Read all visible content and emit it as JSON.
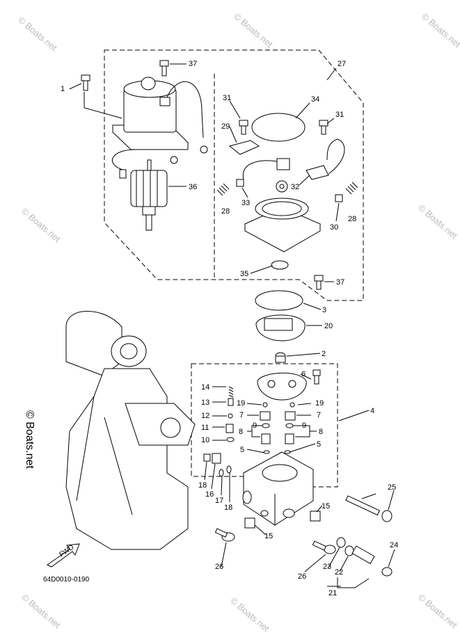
{
  "figure_code": "64D0010-0190",
  "watermark": "© Boats.net",
  "fwd_label": "FWD",
  "callouts": [
    "1",
    "37",
    "27",
    "31",
    "34",
    "31",
    "29",
    "36",
    "32",
    "33",
    "28",
    "30",
    "28",
    "35",
    "37",
    "3",
    "20",
    "2",
    "6",
    "4",
    "14",
    "13",
    "19",
    "19",
    "12",
    "7",
    "7",
    "11",
    "9",
    "9",
    "8",
    "8",
    "10",
    "5",
    "5",
    "18",
    "16",
    "17",
    "18",
    "25",
    "15",
    "15",
    "24",
    "23",
    "22",
    "21",
    "26",
    "26"
  ]
}
